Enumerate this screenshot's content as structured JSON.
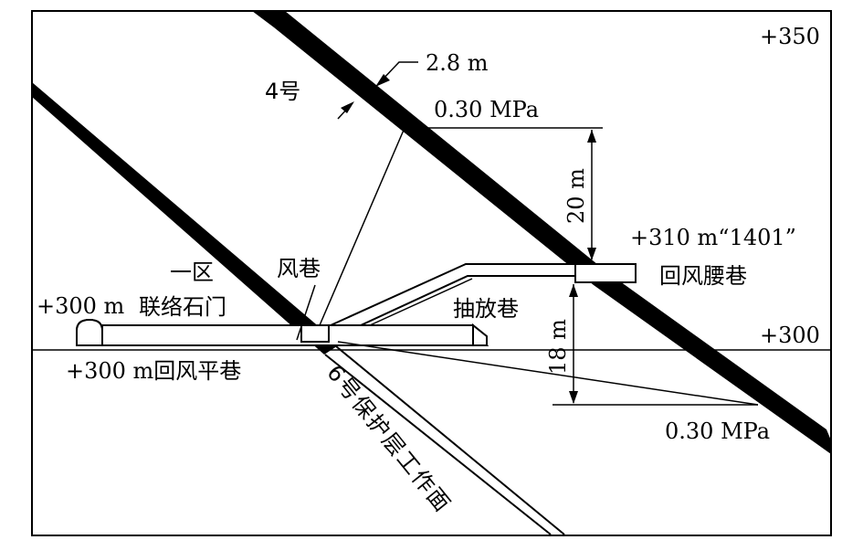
{
  "labels": {
    "elev_350": "+350",
    "elev_300_right": "+300",
    "seam_4": "4号",
    "thickness": "2.8 m",
    "pressure_top": "0.30 MPa",
    "pressure_bottom": "0.30 MPa",
    "dist_20": "20 m",
    "dist_18": "18 m",
    "tunnel_1401": "+310 m“1401”",
    "return_waist": "回风腰巷",
    "district_1": "一区",
    "crosscut": "联络石门",
    "air_tunnel": "风巷",
    "elev_300m": "+300 m",
    "drainage_tunnel": "抽放巷",
    "return_level": "+300 m回风平巷",
    "seam_6_face": "6号保护层工作面"
  }
}
